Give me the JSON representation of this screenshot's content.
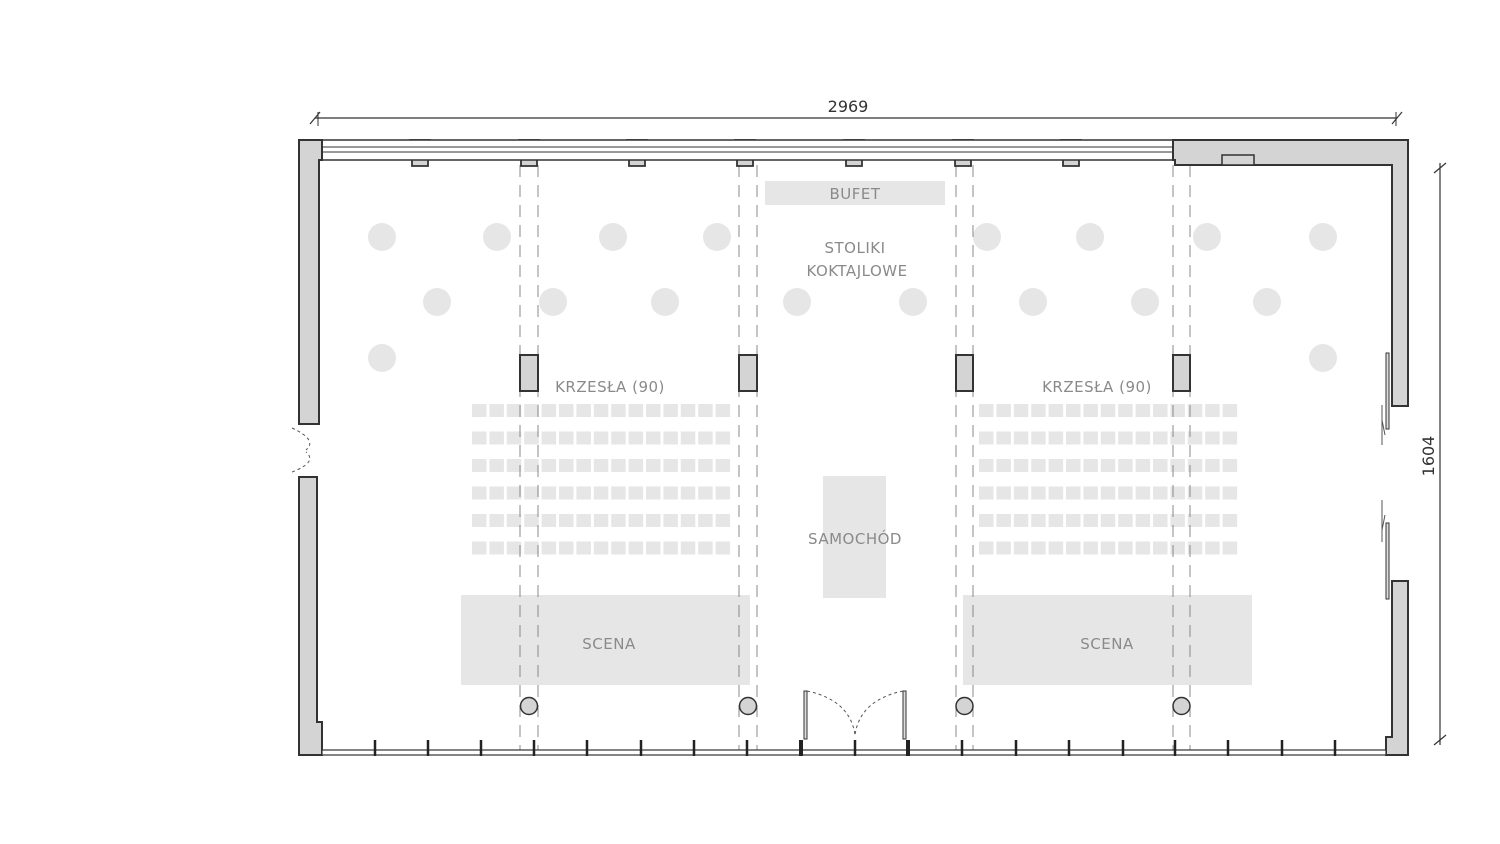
{
  "dimensions": {
    "width": "2969",
    "height": "1604"
  },
  "labels": {
    "buffet": "BUFET",
    "cocktail_tables_line1": "STOLIKI",
    "cocktail_tables_line2": "KOKTAJLOWE",
    "chairs_left": "KRZESŁA (90)",
    "chairs_right": "KRZESŁA (90)",
    "car": "SAMOCHÓD",
    "stage_left": "SCENA",
    "stage_right": "SCENA"
  },
  "chairs": {
    "per_block": 90,
    "rows": 6,
    "columns": 15
  },
  "colors": {
    "wall": "#d4d4d4",
    "zone": "#e6e6e6",
    "label": "#8a8a8a",
    "line": "#333333"
  }
}
